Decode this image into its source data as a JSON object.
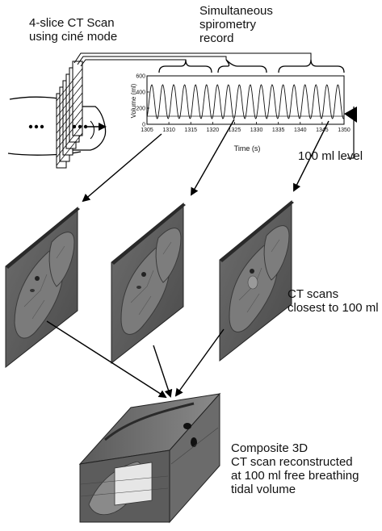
{
  "labels": {
    "ct_scan_line1": "4-slice CT Scan",
    "ct_scan_line2": "using ciné mode",
    "spiro_line1": "Simultaneous",
    "spiro_line2": "spirometry",
    "spiro_line3": "record",
    "level": "100 ml level",
    "closest_line1": "CT scans",
    "closest_line2": "closest to 100 ml",
    "comp_line1": "Composite 3D",
    "comp_line2": "CT scan reconstructed",
    "comp_line3": "at 100 ml free breathing",
    "comp_line4": "tidal volume"
  },
  "chart_data": {
    "type": "line",
    "xlabel": "Time (s)",
    "ylabel": "Volume (ml)",
    "xlim": [
      1305,
      1350
    ],
    "ylim": [
      0,
      600
    ],
    "x_ticks": [
      1305,
      1310,
      1315,
      1320,
      1325,
      1330,
      1335,
      1340,
      1345,
      1350
    ],
    "y_ticks": [
      0,
      200,
      400,
      600
    ],
    "reference_level": 100,
    "breaths": 18,
    "peak_volume": 490,
    "trough_volume": 70
  }
}
